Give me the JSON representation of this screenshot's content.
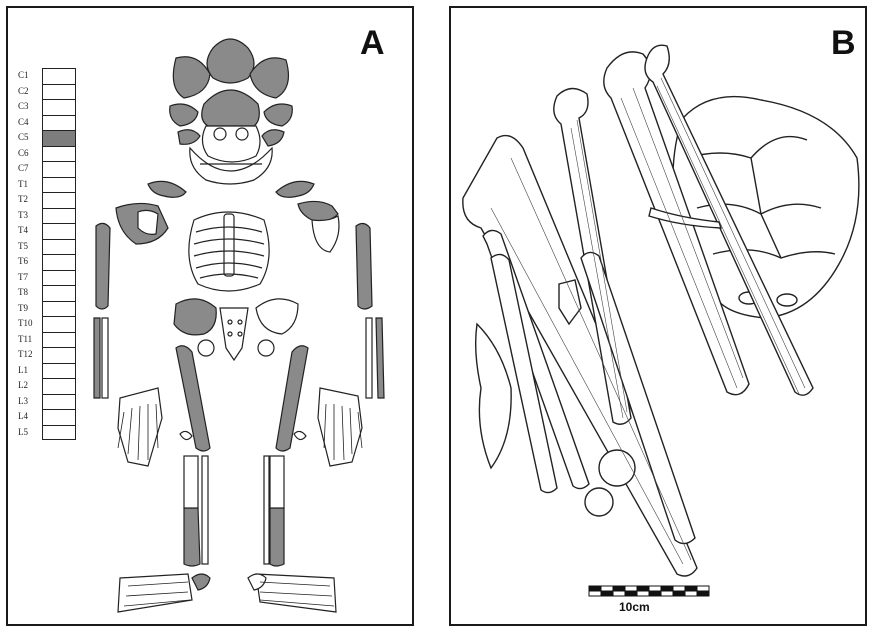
{
  "panel_a": {
    "label": "A",
    "vertebrae": [
      {
        "label": "C1",
        "shaded": false
      },
      {
        "label": "C2",
        "shaded": false
      },
      {
        "label": "C3",
        "shaded": false
      },
      {
        "label": "C4",
        "shaded": false
      },
      {
        "label": "C5",
        "shaded": true
      },
      {
        "label": "C6",
        "shaded": false
      },
      {
        "label": "C7",
        "shaded": false
      },
      {
        "label": "T1",
        "shaded": false
      },
      {
        "label": "T2",
        "shaded": false
      },
      {
        "label": "T3",
        "shaded": false
      },
      {
        "label": "T4",
        "shaded": false
      },
      {
        "label": "T5",
        "shaded": false
      },
      {
        "label": "T6",
        "shaded": false
      },
      {
        "label": "T7",
        "shaded": false
      },
      {
        "label": "T8",
        "shaded": false
      },
      {
        "label": "T9",
        "shaded": false
      },
      {
        "label": "T10",
        "shaded": false
      },
      {
        "label": "T11",
        "shaded": false
      },
      {
        "label": "T12",
        "shaded": false
      },
      {
        "label": "L1",
        "shaded": false
      },
      {
        "label": "L2",
        "shaded": false
      },
      {
        "label": "L3",
        "shaded": false
      },
      {
        "label": "L4",
        "shaded": false
      },
      {
        "label": "L5",
        "shaded": false
      }
    ],
    "colors": {
      "present": "#8a8a8a",
      "absent": "#ffffff",
      "outline": "#222222"
    }
  },
  "panel_b": {
    "label": "B",
    "scale_bar": {
      "label": "10cm",
      "segments": 10
    }
  }
}
